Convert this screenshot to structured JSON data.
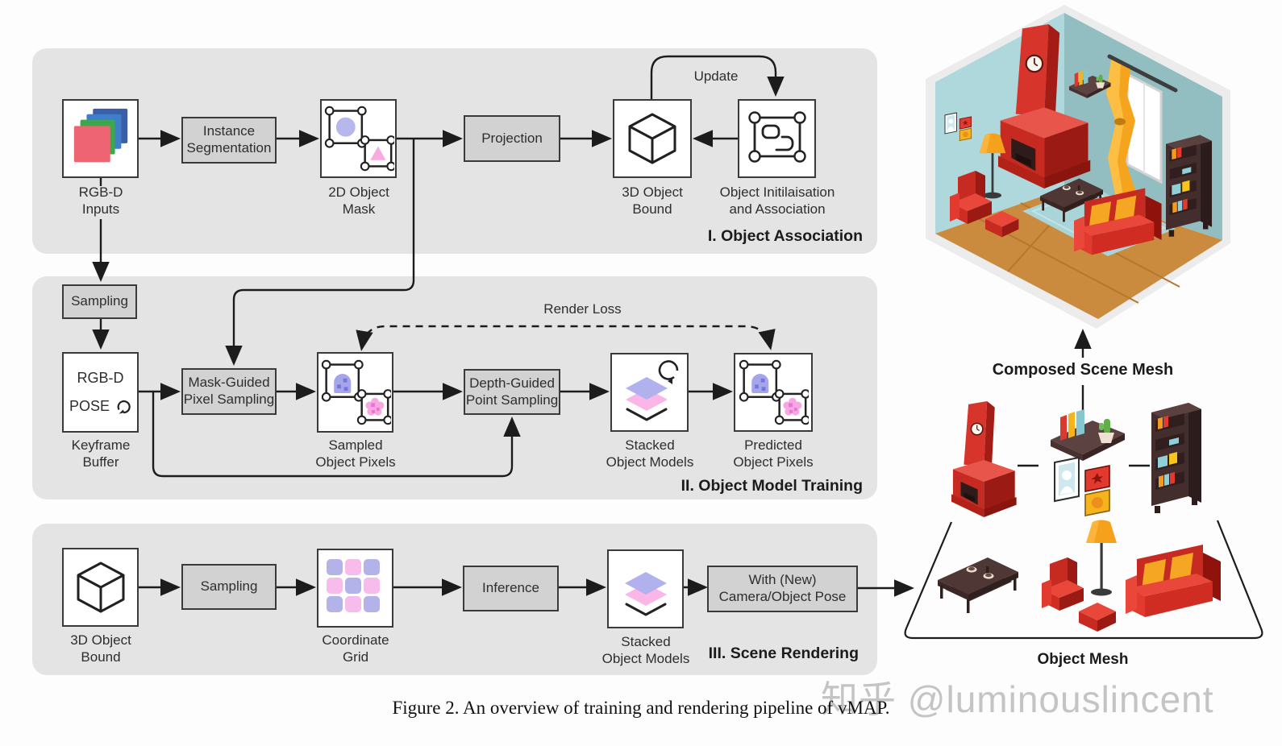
{
  "figure": {
    "caption": "Figure 2. An overview of training and rendering pipeline of vMAP.",
    "watermark": "知乎 @luminouslincent"
  },
  "colors": {
    "panel_bg": "#e4e4e4",
    "process_fill": "#d2d2d2",
    "stroke_dark": "#222222",
    "icon_purple": "#b3b3ec",
    "icon_pink": "#f7abe1",
    "rgb_red": "#ee6473",
    "rgb_green": "#3aa94a",
    "rgb_blue": "#3f7ecb",
    "rgb_navy": "#3a5fa8",
    "mesh_red": "#d6352b",
    "mesh_yellow": "#f5a41d",
    "wall_teal_light": "#aed8db",
    "wall_teal_dark": "#93bec1",
    "floor_wood": "#ca8b3e",
    "watermark_gray": "#c4c4c4"
  },
  "panels": {
    "association": {
      "title": "I. Object Association",
      "rgbd_inputs": "RGB-D\nInputs",
      "instance_segmentation": "Instance\nSegmentation",
      "object_mask_2d": "2D Object\nMask",
      "projection": "Projection",
      "object_bound_3d": "3D Object\nBound",
      "object_init": "Object Initilaisation\nand Association",
      "update": "Update"
    },
    "training": {
      "title": "II. Object Model Training",
      "sampling": "Sampling",
      "keyframe_rgbd": "RGB-D",
      "keyframe_pose": "POSE",
      "keyframe_buffer": "Keyframe\nBuffer",
      "mask_guided": "Mask-Guided\nPixel Sampling",
      "sampled_pixels": "Sampled\nObject Pixels",
      "depth_guided": "Depth-Guided\nPoint Sampling",
      "stacked_models": "Stacked\nObject Models",
      "predicted_pixels": "Predicted\nObject Pixels",
      "render_loss": "Render Loss"
    },
    "rendering": {
      "title": "III. Scene Rendering",
      "object_bound_3d": "3D Object\nBound",
      "sampling": "Sampling",
      "coordinate_grid": "Coordinate\nGrid",
      "inference": "Inference",
      "stacked_models": "Stacked\nObject Models",
      "camera_pose": "With (New)\nCamera/Object Pose"
    }
  },
  "scene": {
    "composed_label": "Composed Scene Mesh",
    "object_mesh_label": "Object Mesh"
  }
}
